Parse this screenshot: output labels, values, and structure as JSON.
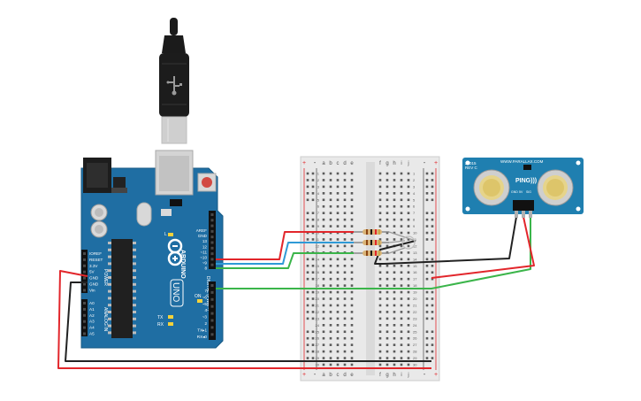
{
  "arduino": {
    "brand": "ARDUINO",
    "model": "UNO",
    "power_header": [
      "IOREF",
      "RESET",
      "3.3V",
      "5V",
      "GND",
      "GND",
      "Vin"
    ],
    "power_label": "POWER",
    "analog_header": [
      "A0",
      "A1",
      "A2",
      "A3",
      "A4",
      "A5"
    ],
    "analog_label": "ANALOG IN",
    "top_header": [
      "AREF",
      "GND",
      "13",
      "12",
      "~11",
      "~10",
      "~9",
      "8"
    ],
    "bottom_header": [
      "7",
      "~6",
      "~5",
      "4",
      "~3",
      "2",
      "TX▸1",
      "RX◂0"
    ],
    "digital_label": "DIGITAL (PWM~)",
    "led_labels": [
      "L",
      "TX",
      "RX"
    ],
    "on_label": "ON"
  },
  "breadboard": {
    "col_letters_left": [
      "a",
      "b",
      "c",
      "d",
      "e"
    ],
    "col_letters_right": [
      "f",
      "g",
      "h",
      "i",
      "j"
    ],
    "rail_plus": "+",
    "rail_minus": "-",
    "row_numbers": [
      "1",
      "2",
      "3",
      "4",
      "5",
      "6",
      "7",
      "8",
      "9",
      "10",
      "11",
      "12",
      "13",
      "14",
      "15",
      "16",
      "17",
      "18",
      "19",
      "20",
      "21",
      "22",
      "23",
      "24",
      "25",
      "26",
      "27",
      "28",
      "29",
      "30"
    ]
  },
  "sensor": {
    "model": "28015",
    "rev": "REV C",
    "url": "WWW.PARALLAX.COM",
    "name": "PING)))",
    "pins": [
      "GND",
      "5V",
      "SIG"
    ]
  },
  "colors": {
    "board": "#1f6ea3",
    "wire_red": "#e2262b",
    "wire_black": "#222222",
    "wire_blue": "#2f9ad6",
    "wire_green": "#3bb54a",
    "breadboard": "#e9e9e9"
  }
}
